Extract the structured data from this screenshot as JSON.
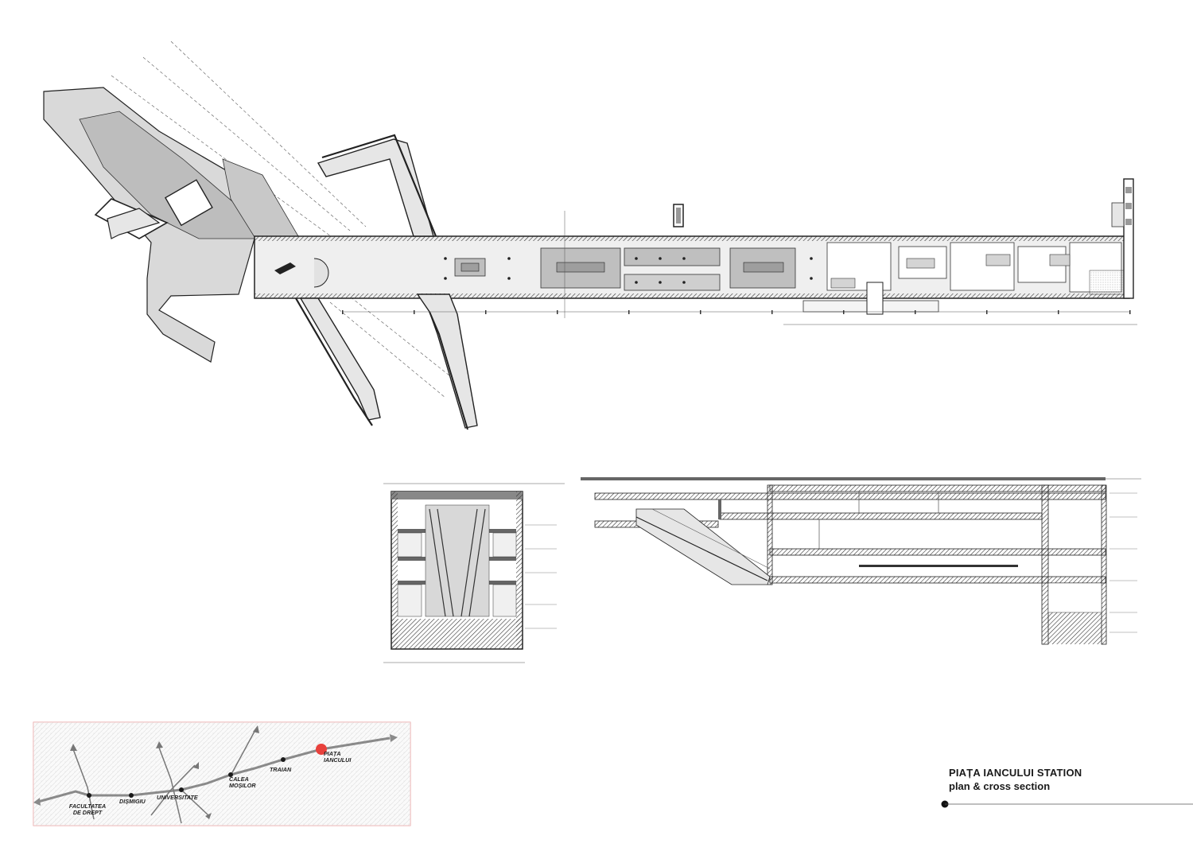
{
  "title": {
    "main": "PIAȚA IANCULUI STATION",
    "sub": "plan & cross section"
  },
  "map": {
    "stations": [
      "FACULTATEA DE DREPT",
      "DIȘMIGIU",
      "UNIVERSITATE",
      "CALEA MOȘILOR",
      "TRAIAN",
      "PIAȚA IANCULUI"
    ],
    "highlight": "PIAȚA IANCULUI",
    "highlight_color": "#e8413c",
    "frame_color": "#e9a3a3"
  },
  "colors": {
    "line": "#222222",
    "wall": "#555555",
    "fill_gray": "#cfcfcf",
    "fill_light": "#ececec",
    "accent": "#e8413c"
  }
}
